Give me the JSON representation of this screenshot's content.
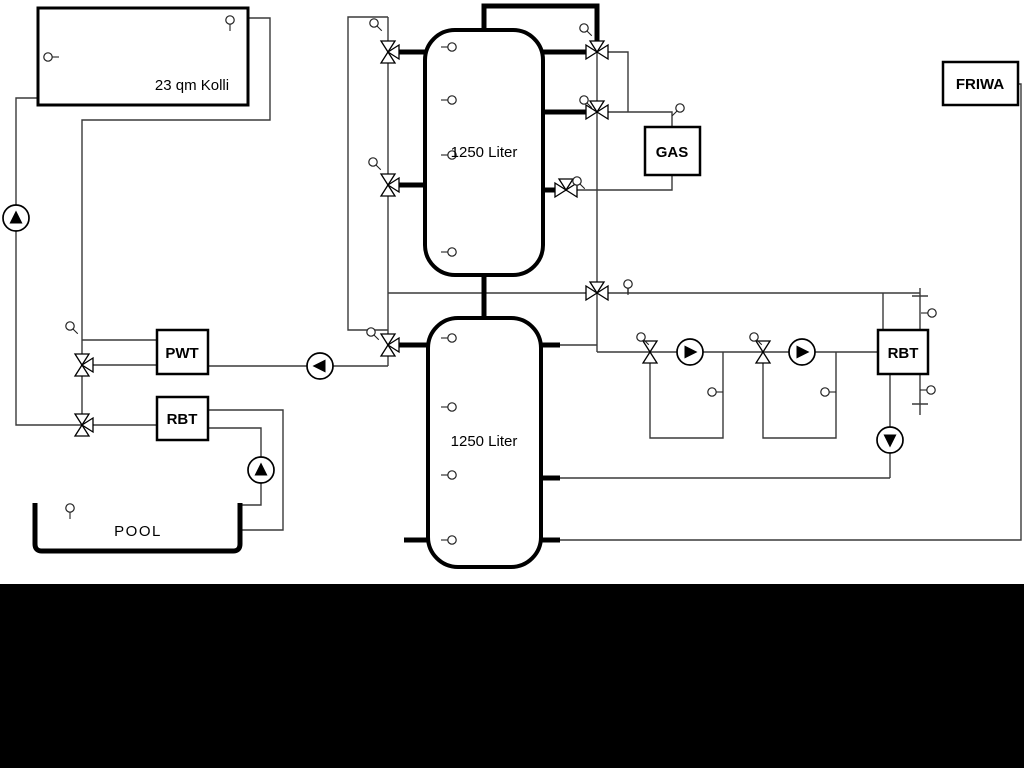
{
  "diagram": {
    "collector": {
      "label": "23 qm Kolli"
    },
    "buffer_tank_upper": {
      "label": "1250 Liter"
    },
    "buffer_tank_lower": {
      "label": "1250 Liter"
    },
    "pwt": {
      "label": "PWT"
    },
    "rbt_left": {
      "label": "RBT"
    },
    "rbt_right": {
      "label": "RBT"
    },
    "gas": {
      "label": "GAS"
    },
    "friwa": {
      "label": "FRIWA"
    },
    "pool": {
      "label": "POOL"
    }
  },
  "colors": {
    "background": "#ffffff",
    "footer_band": "#000000",
    "thin_line": "#3a3a3a",
    "thick_pipe": "#000000",
    "symbol_fill": "#ffffff"
  }
}
